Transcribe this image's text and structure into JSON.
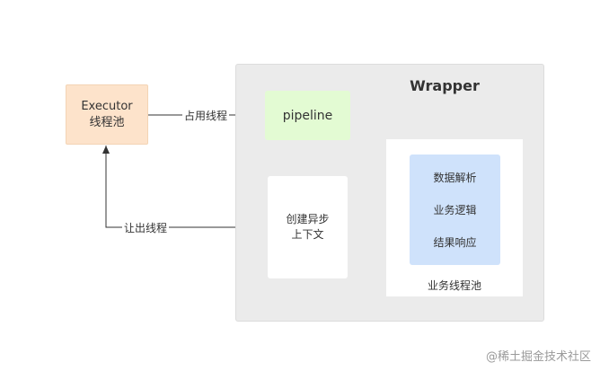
{
  "wrapper": {
    "title": "Wrapper"
  },
  "executor": {
    "line1": "Executor",
    "line2": "线程池"
  },
  "pipeline": {
    "label": "pipeline"
  },
  "async_task": {
    "line1": "创建异步",
    "line2": "上下文"
  },
  "business_pool": {
    "label": "业务线程池",
    "items": [
      "数据解析",
      "业务逻辑",
      "结果响应"
    ]
  },
  "edges": {
    "occupy_thread": "占用线程",
    "release_thread": "让出线程"
  },
  "watermark": "@稀土掘金技术社区",
  "colors": {
    "wrapper_bg": "#ebebeb",
    "executor_bg": "#fde3cb",
    "pipeline_bg": "#e3fbd3",
    "business_inner_bg": "#cfe2fb",
    "edge": "#333333"
  }
}
